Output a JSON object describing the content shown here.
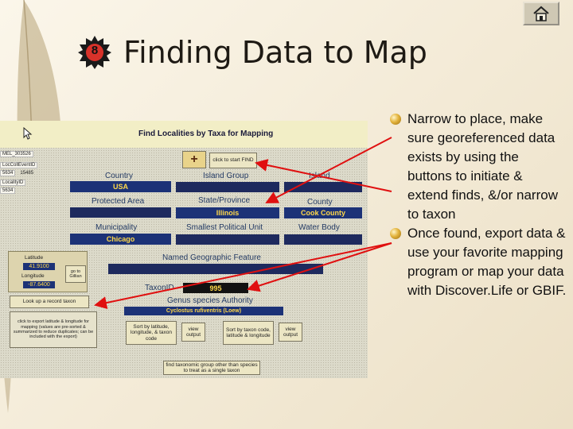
{
  "slide": {
    "number": "8",
    "title": "Finding Data to Map",
    "nav": {
      "icon": "home-icon"
    },
    "bullets": [
      "Narrow to place, make sure georeferenced data exists by using the buttons to initiate & extend finds,  &/or narrow to taxon",
      "Once found, export data & use your favorite mapping program or map your data with Discover.Life or GBIF."
    ]
  },
  "form": {
    "title": "Find Localities by Taxa for Mapping",
    "plus_label": "+",
    "find_button": "click to start FIND",
    "side": {
      "rows": [
        {
          "tag": "MEL_303526",
          "value": ""
        },
        {
          "tag": "LocCollEventID",
          "value": ""
        },
        {
          "tag": "5634",
          "value": "15485"
        },
        {
          "tag": "LocalityID",
          "value": ""
        },
        {
          "tag": "5634",
          "value": ""
        }
      ]
    },
    "labels": {
      "country": "Country",
      "island_group": "Island Group",
      "island": "Island",
      "protected_area": "Protected Area",
      "state_province": "State/Province",
      "county": "County",
      "municipality": "Municipality",
      "smallest_political_unit": "Smallest Political Unit",
      "water_body": "Water Body",
      "named_geographic_feature": "Named Geographic Feature",
      "taxon_id": "TaxonID",
      "genus_species_authority": "Genus species Authority"
    },
    "values": {
      "country": "USA",
      "state_province": "Illinois",
      "county": "Cook County",
      "municipality": "Chicago",
      "taxon_id": "995",
      "genus_species_authority": "Cyclostus rufiventris (Loew)"
    },
    "coordinates": {
      "latitude_label": "Latitude",
      "latitude_value": "41.9100",
      "longitude_label": "Longitude",
      "longitude_value": "-87.6400",
      "go_button": "go to Gillian"
    },
    "buttons": {
      "lookup": "Look up a record taxon",
      "export": "click to export latitude & longitude for mapping (values are pre-sorted & summarized to reduce duplicates; can be included with the export)",
      "sort_lat_long_taxon": "Sort by latitude, longitude, & taxon code",
      "view_output_1": "view output",
      "sort_taxon_lat_long": "Sort by taxon code, latitude & longitude",
      "view_output_2": "view output",
      "find_taxonomic_group": "find taxonomic group other than species to treat as a single taxon"
    }
  }
}
